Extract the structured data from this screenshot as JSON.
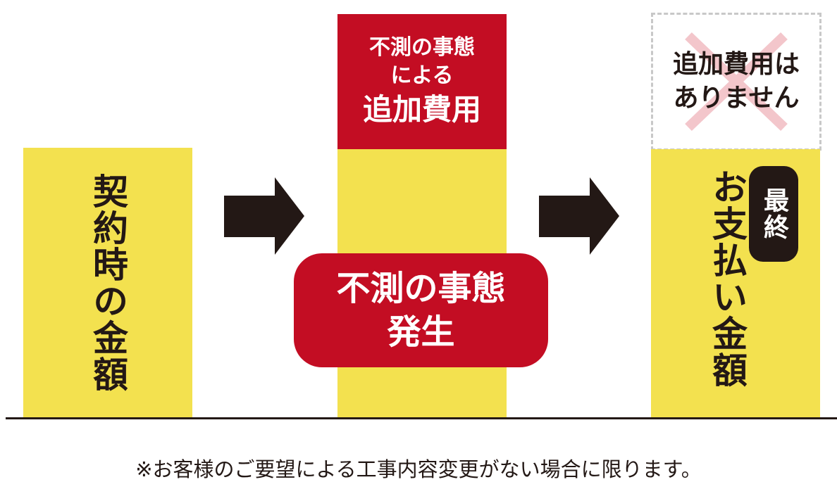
{
  "bar_contract": {
    "label": "契約時の金額"
  },
  "bar_incident": {
    "extra_cost_lines": [
      "不測の事態",
      "による",
      "追加費用"
    ],
    "event_lines": [
      "不測の事態",
      "発生"
    ]
  },
  "bar_final": {
    "no_extra_lines": [
      "追加費用は",
      "ありません"
    ],
    "badge": "最終",
    "label": "お支払い金額"
  },
  "footnote": "※お客様のご要望による工事内容変更がない場合に限ります。",
  "colors": {
    "yellow": "#f3e14f",
    "red": "#c30d23",
    "dark": "#231815",
    "pink_x": "#f3c6cb",
    "dash": "#c8c8c8"
  }
}
